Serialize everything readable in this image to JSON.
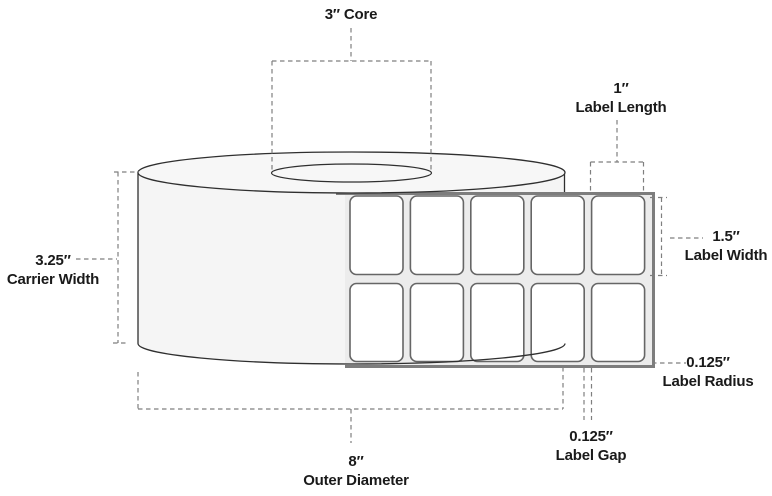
{
  "diagram": {
    "annotations": {
      "core": {
        "line1": "3″ Core"
      },
      "label_length": {
        "line1": "1″",
        "line2": "Label Length"
      },
      "label_width": {
        "line1": "1.5″",
        "line2": "Label Width"
      },
      "label_radius": {
        "line1": "0.125″",
        "line2": "Label Radius"
      },
      "label_gap": {
        "line1": "0.125″",
        "line2": "Label Gap"
      },
      "outer_diameter": {
        "line1": "8″",
        "line2": "Outer Diameter"
      },
      "carrier_width": {
        "line1": "3.25″",
        "line2": "Carrier Width"
      }
    },
    "grid": {
      "rows": 2,
      "columns": 5
    },
    "colors": {
      "outline": "#2f2f2f",
      "dash": "#7f7f7f",
      "roll_fill": "#f5f5f5",
      "face_fill": "#f7f7f7",
      "liner_fill": "#ececec",
      "liner_border": "#7d7d7d",
      "label_border": "#666666",
      "label_fill": "#ffffff",
      "text": "#1a1a1a",
      "bg": "#ffffff"
    }
  }
}
